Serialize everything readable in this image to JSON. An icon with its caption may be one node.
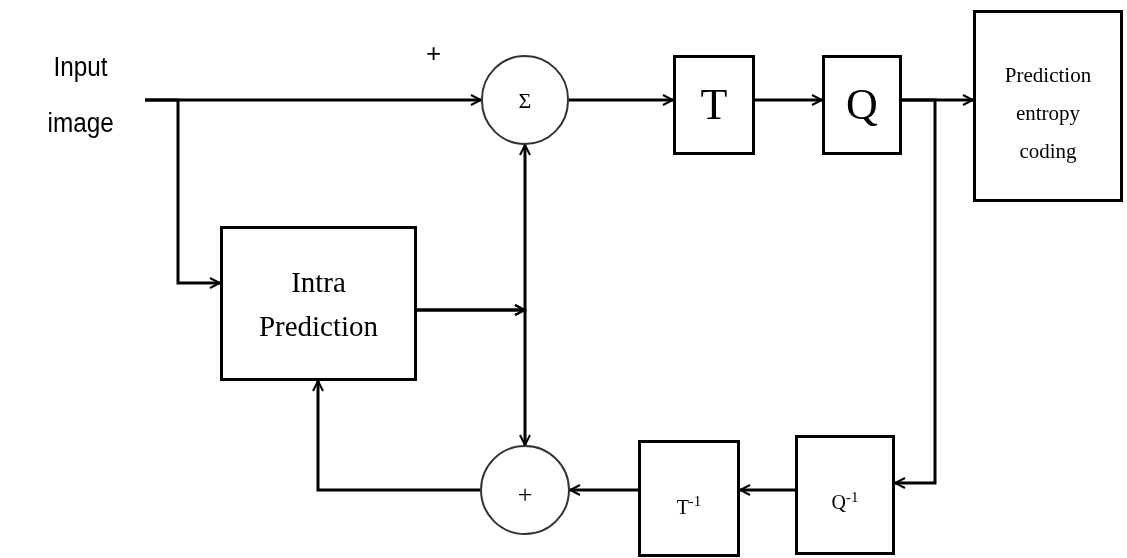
{
  "diagram": {
    "nodes": [
      {
        "text": [
          "Input image"
        ]
      },
      {
        "text": [
          "Σ"
        ]
      },
      {
        "text": [
          "T"
        ]
      },
      {
        "text": [
          "Q"
        ]
      },
      {
        "text": [
          "Prediction entropy coding"
        ]
      },
      {
        "text": [
          "Intra Prediction"
        ]
      },
      {
        "text": [
          "Q$^{-1}$"
        ]
      },
      {
        "text": [
          "T$^{-1}$"
        ]
      },
      {
        "text": [
          "+"
        ]
      }
    ],
    "edges": [
      {
        "from": 0,
        "to": 1,
        "arrow": "to"
      },
      {
        "from": 0,
        "to": 5,
        "arrow": "to"
      },
      {
        "from": 1,
        "to": 2,
        "arrow": "to"
      },
      {
        "from": 2,
        "to": 3,
        "arrow": "to"
      },
      {
        "from": 3,
        "to": 4,
        "arrow": "to"
      },
      {
        "from": 3,
        "to": 6,
        "arrow": "to"
      },
      {
        "from": 6,
        "to": 7,
        "arrow": "to"
      },
      {
        "from": 7,
        "to": 8,
        "arrow": "to"
      },
      {
        "from": 8,
        "to": 5,
        "arrow": "to"
      },
      {
        "from": 5,
        "to": 1,
        "arrow": "to"
      },
      {
        "from": 5,
        "to": 8,
        "arrow": "to"
      }
    ],
    "labels": [
      "+"
    ]
  }
}
